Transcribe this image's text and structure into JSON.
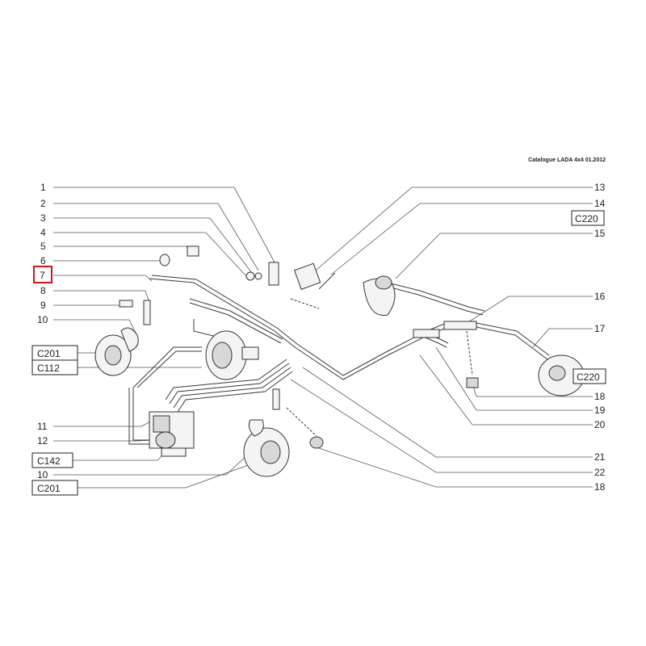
{
  "header": {
    "catalogue_label": "Catalogue LADA 4x4  01.2012"
  },
  "callouts_left": [
    "1",
    "2",
    "3",
    "4",
    "5",
    "6",
    "7",
    "8",
    "9",
    "10",
    "11",
    "12",
    "10"
  ],
  "callouts_right": [
    "13",
    "14",
    "15",
    "16",
    "17",
    "18",
    "19",
    "20",
    "21",
    "22",
    "18"
  ],
  "refs": {
    "c201_top": "C201",
    "c112": "C112",
    "c142": "C142",
    "c201_bottom": "C201",
    "c220_top": "C220",
    "c220_right": "C220"
  },
  "highlight": {
    "callout": "7",
    "color": "#d0131a"
  }
}
